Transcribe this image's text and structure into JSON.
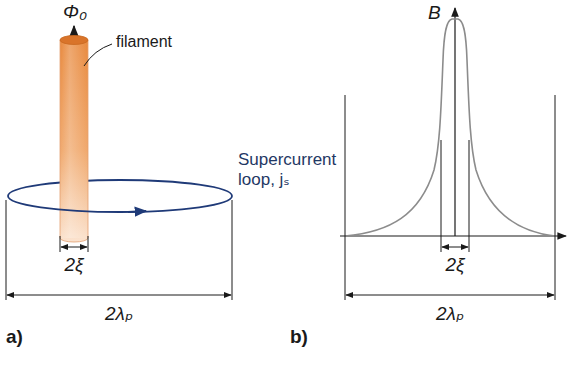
{
  "diagram": {
    "labels": [
      "Φ₀",
      "filament",
      "Supercurrent loop, jₛ",
      "2ξ",
      "2λₚ",
      "a)",
      "B",
      "2ξ",
      "2λₚ",
      "b)"
    ]
  }
}
